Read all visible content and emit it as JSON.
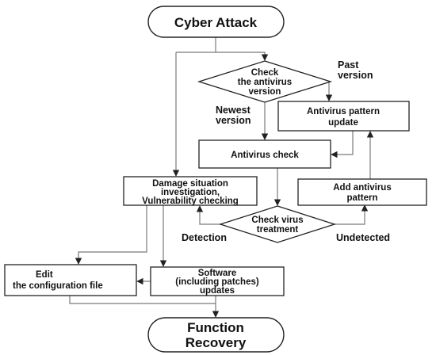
{
  "nodes": {
    "cyber_attack": "Cyber Attack",
    "check_version": [
      "Check",
      "the antivirus",
      "version"
    ],
    "pattern_update": [
      "Antivirus pattern",
      "update"
    ],
    "antivirus_check": "Antivirus check",
    "damage_investigation": [
      "Damage situation",
      "investigation,",
      "Vulnerability checking"
    ],
    "add_pattern": [
      "Add antivirus",
      "pattern"
    ],
    "check_treatment": [
      "Check virus",
      "treatment"
    ],
    "edit_config": [
      "Edit",
      "the configuration file"
    ],
    "software_updates": [
      "Software",
      "(including patches)",
      "updates"
    ],
    "function_recovery": [
      "Function",
      "Recovery"
    ]
  },
  "edge_labels": {
    "past_version": [
      "Past",
      "version"
    ],
    "newest_version": [
      "Newest",
      "version"
    ],
    "detection": "Detection",
    "undetected": "Undetected"
  }
}
